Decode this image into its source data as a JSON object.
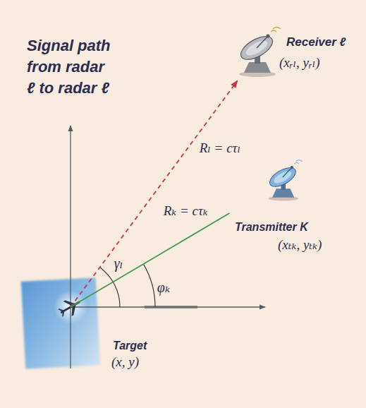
{
  "diagram": {
    "title": "Signal path from radar ℓ to radar ℓ",
    "nodes": [
      {
        "text": [
          "Receiver ℓ",
          "(xᵣₗ, yᵣₗ)"
        ]
      },
      {
        "text": [
          "Transmitter K",
          "(xₜₖ, yₜₖ)"
        ]
      },
      {
        "text": [
          "Target",
          "(x, y)"
        ]
      }
    ],
    "edges": [
      {
        "from": 2,
        "to": 0,
        "arrow": "to",
        "label": "Rₗ = cτₗ"
      },
      {
        "from": 2,
        "to": 1,
        "arrow": "none",
        "label": "Rₖ = cτₖ"
      }
    ],
    "labels": [
      "γₗ",
      "φₖ"
    ]
  }
}
